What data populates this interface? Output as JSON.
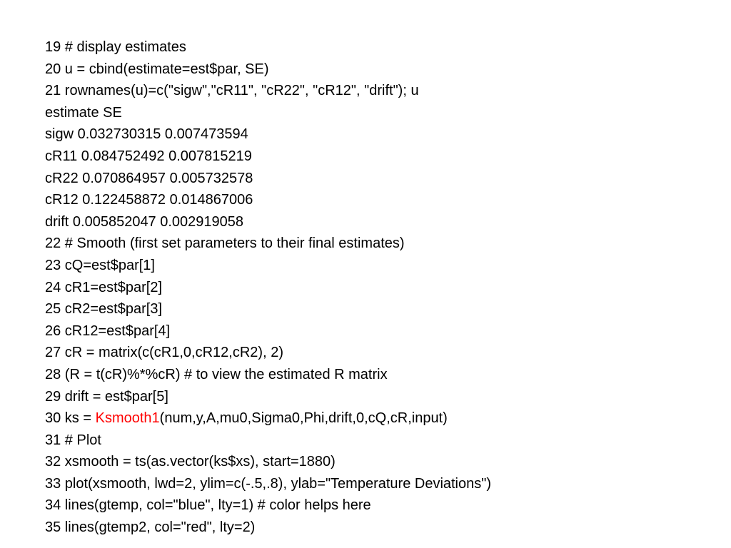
{
  "colors": {
    "text": "#000000",
    "highlight": "#ff0000",
    "background": "#ffffff"
  },
  "lines": [
    "19 # display estimates",
    "20 u = cbind(estimate=est$par, SE)",
    "21 rownames(u)=c(\"sigw\",\"cR11\", \"cR22\", \"cR12\", \"drift\"); u",
    "estimate SE",
    "sigw 0.032730315 0.007473594",
    "cR11 0.084752492 0.007815219",
    "cR22 0.070864957 0.005732578",
    "cR12 0.122458872 0.014867006",
    "drift 0.005852047 0.002919058",
    "22 # Smooth (first set parameters to their final estimates)",
    "23 cQ=est$par[1]",
    "24 cR1=est$par[2]",
    "25 cR2=est$par[3]",
    "26 cR12=est$par[4]",
    "27 cR = matrix(c(cR1,0,cR12,cR2), 2)",
    "28 (R = t(cR)%*%cR) # to view the estimated R matrix",
    "29 drift = est$par[5]",
    {
      "prefix": "30 ks = ",
      "highlight": "Ksmooth1",
      "suffix": "(num,y,A,mu0,Sigma0,Phi,drift,0,cQ,cR,input)"
    },
    "31 # Plot",
    "32 xsmooth = ts(as.vector(ks$xs), start=1880)",
    "33 plot(xsmooth, lwd=2, ylim=c(-.5,.8), ylab=\"Temperature Deviations\")",
    "34 lines(gtemp, col=\"blue\", lty=1) # color helps here",
    "35 lines(gtemp2, col=\"red\", lty=2)"
  ]
}
